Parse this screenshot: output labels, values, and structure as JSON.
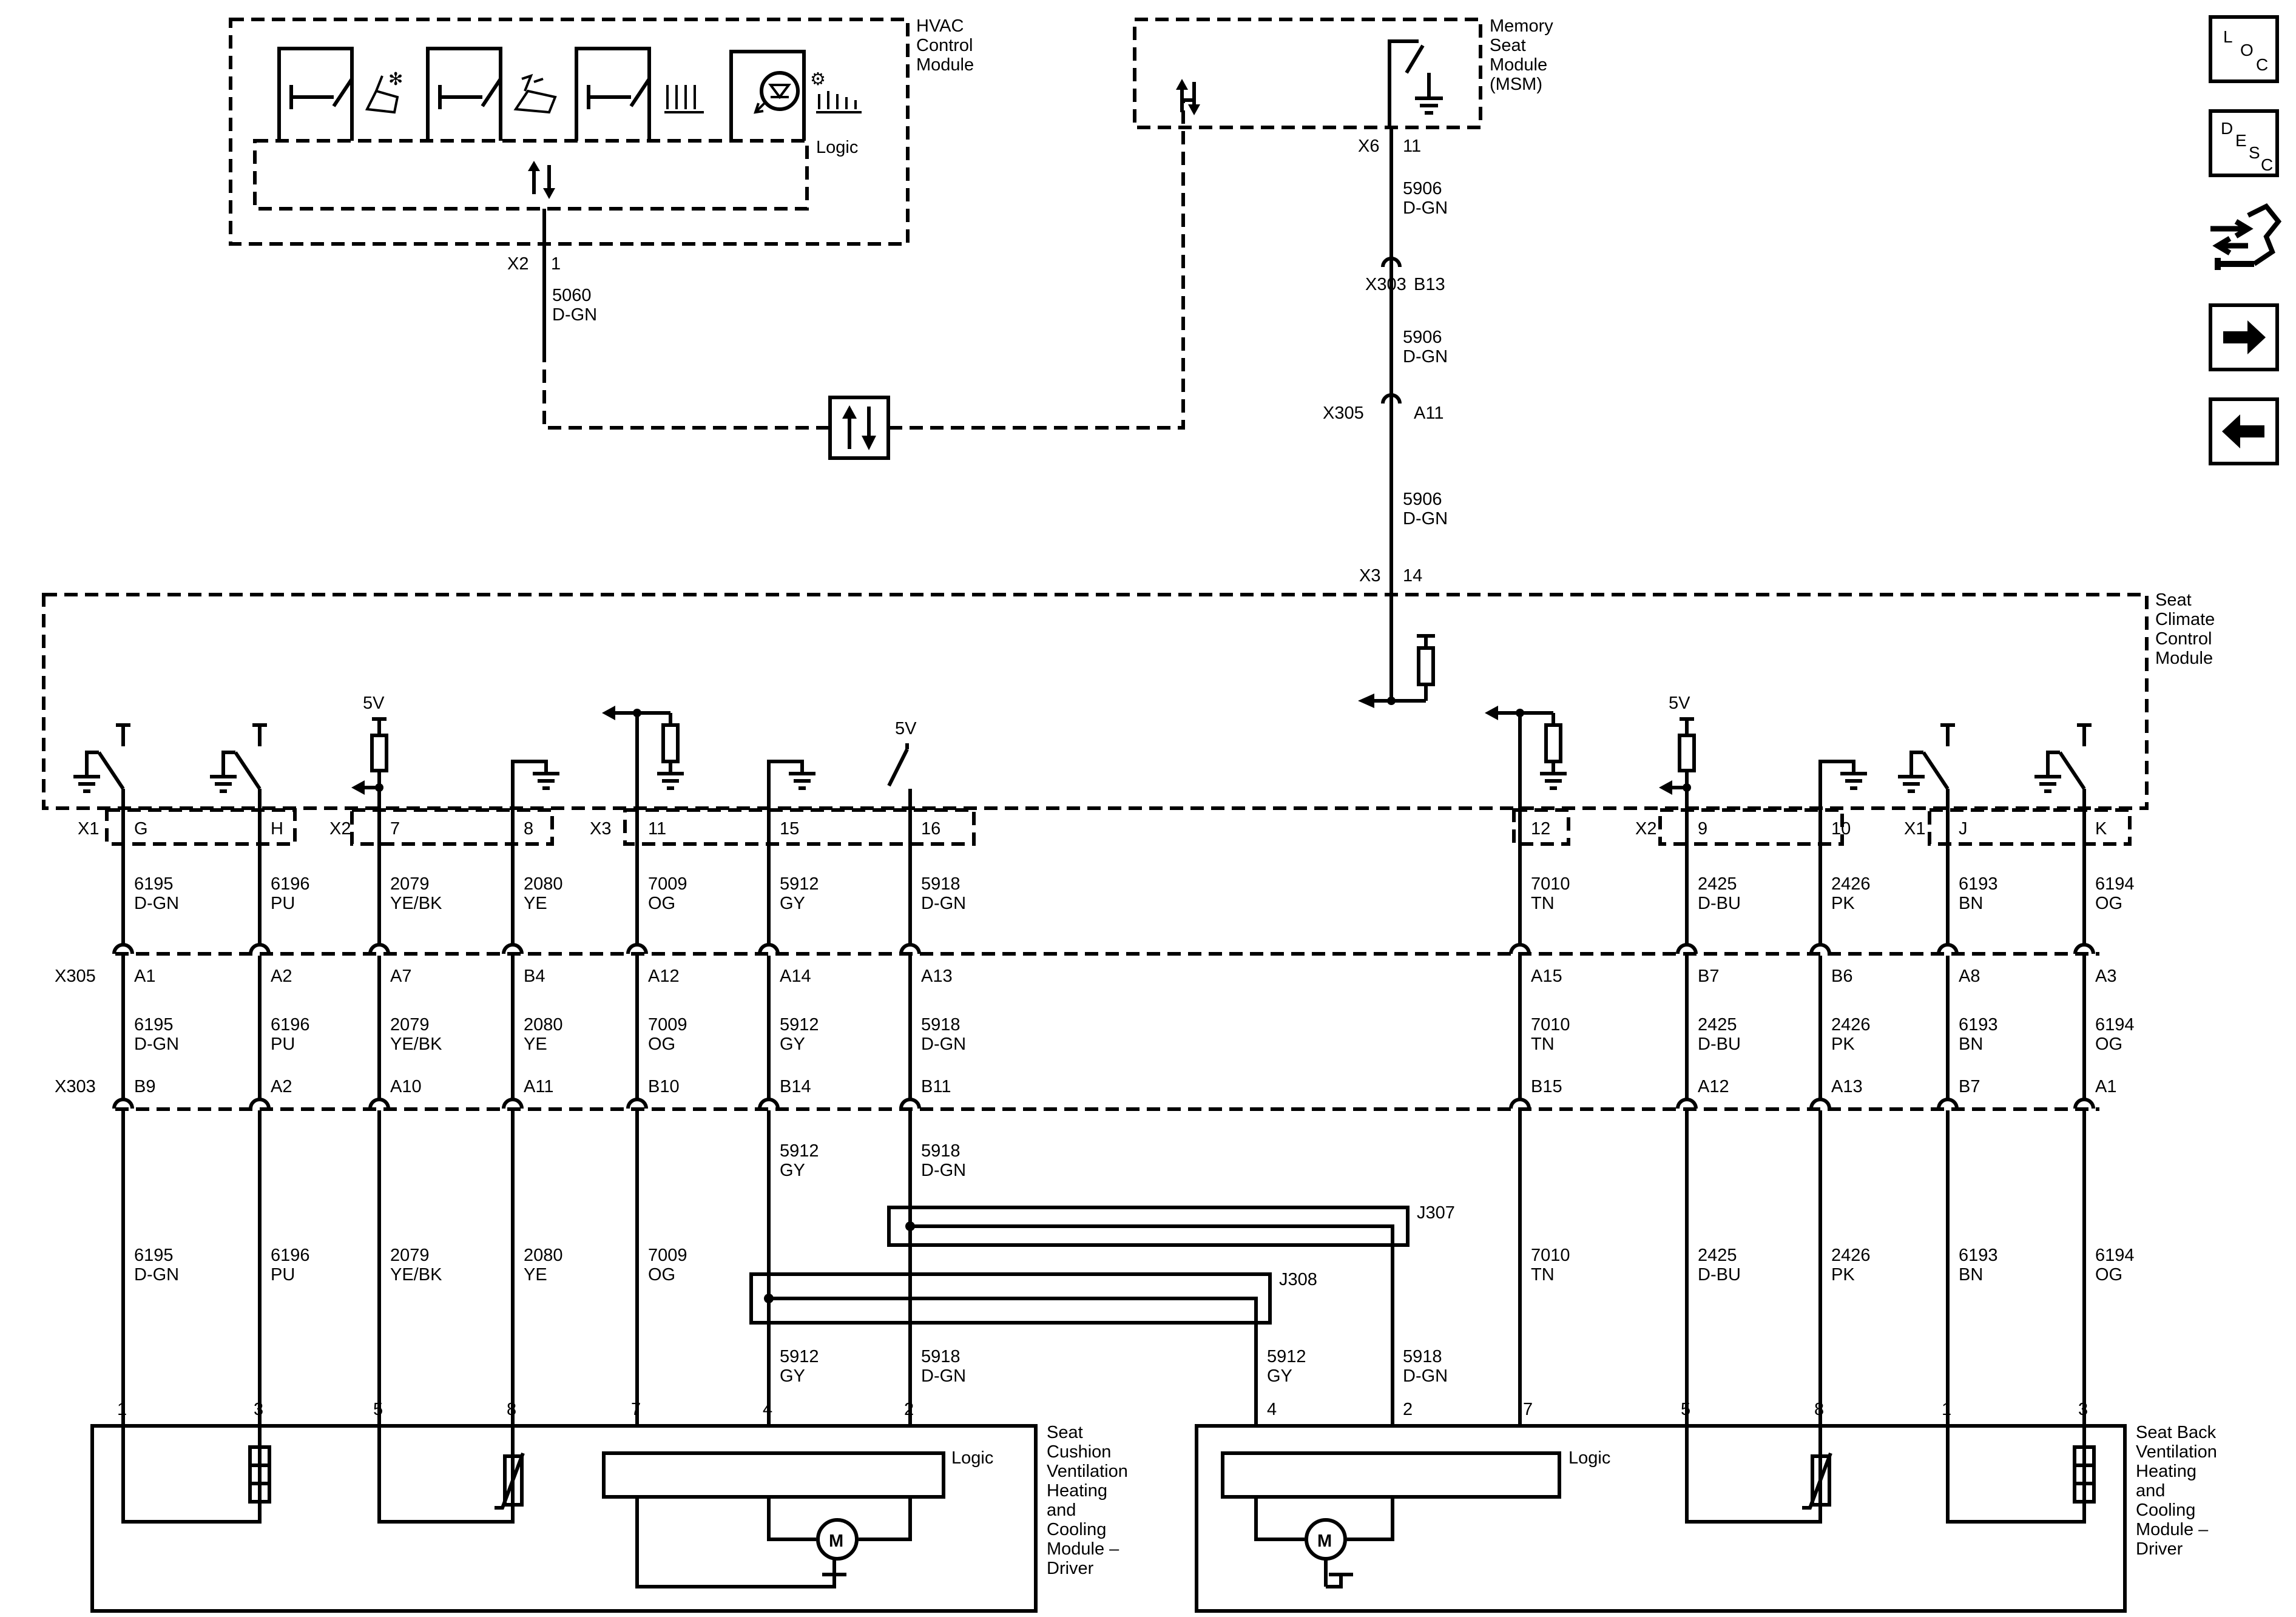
{
  "modules": {
    "hvac": {
      "label": [
        "HVAC",
        "Control",
        "Module"
      ],
      "logic": "Logic",
      "conn": "X2",
      "pin": "1",
      "wire": [
        "5060",
        "D-GN"
      ]
    },
    "msm": {
      "label": [
        "Memory",
        "Seat",
        "Module",
        "(MSM)"
      ],
      "conn": "X6",
      "pin": "11"
    },
    "sccm": {
      "label": [
        "Seat",
        "Climate",
        "Control",
        "Module"
      ]
    },
    "cushion": {
      "label": [
        "Seat",
        "Cushion",
        "Ventilation",
        "Heating",
        "and",
        "Cooling",
        "Module –",
        "Driver"
      ],
      "logic": "Logic"
    },
    "back": {
      "label": [
        "Seat Back",
        "Ventilation",
        "Heating",
        "and",
        "Cooling",
        "Module –",
        "Driver"
      ],
      "logic": "Logic"
    }
  },
  "msm_chain": {
    "w1": [
      "5906",
      "D-GN"
    ],
    "c1": {
      "conn": "X303",
      "pin": "B13"
    },
    "w2": [
      "5906",
      "D-GN"
    ],
    "c2": {
      "conn": "X305",
      "pin": "A11"
    },
    "w3": [
      "5906",
      "D-GN"
    ],
    "c3": {
      "conn": "X3",
      "pin": "14"
    }
  },
  "supply": {
    "v1": "5V",
    "v2": "5V",
    "v3": "5V"
  },
  "row_conn": {
    "x305": "X305",
    "x303": "X303"
  },
  "groups": [
    {
      "conn": "X1",
      "pins": [
        "G",
        "H"
      ]
    },
    {
      "conn": "X2",
      "pins": [
        "7",
        "8"
      ]
    },
    {
      "conn": "X3",
      "pins": [
        "11",
        "15",
        "16"
      ]
    },
    {
      "conn": "",
      "pins": [
        "12"
      ]
    },
    {
      "conn": "X2",
      "pins": [
        "9",
        "10"
      ]
    },
    {
      "conn": "X1",
      "pins": [
        "J",
        "K"
      ]
    }
  ],
  "circuits": [
    {
      "num": "6195",
      "color": "D-GN",
      "x305": "A1",
      "x303": "B9",
      "mod_pin": "1"
    },
    {
      "num": "6196",
      "color": "PU",
      "x305": "A2",
      "x303": "A2",
      "mod_pin": "3"
    },
    {
      "num": "2079",
      "color": "YE/BK",
      "x305": "A7",
      "x303": "A10",
      "mod_pin": "5"
    },
    {
      "num": "2080",
      "color": "YE",
      "x305": "B4",
      "x303": "A11",
      "mod_pin": "8"
    },
    {
      "num": "7009",
      "color": "OG",
      "x305": "A12",
      "x303": "B10",
      "mod_pin": "7"
    },
    {
      "num": "5912",
      "color": "GY",
      "x305": "A14",
      "x303": "B14",
      "mod_pin": "4"
    },
    {
      "num": "5918",
      "color": "D-GN",
      "x305": "A13",
      "x303": "B11",
      "mod_pin": "2"
    },
    {
      "num": "7010",
      "color": "TN",
      "x305": "A15",
      "x303": "B15",
      "mod_pin": "7"
    },
    {
      "num": "2425",
      "color": "D-BU",
      "x305": "B7",
      "x303": "A12",
      "mod_pin": "5"
    },
    {
      "num": "2426",
      "color": "PK",
      "x305": "B6",
      "x303": "A13",
      "mod_pin": "8"
    },
    {
      "num": "6193",
      "color": "BN",
      "x305": "A8",
      "x303": "B7",
      "mod_pin": "1"
    },
    {
      "num": "6194",
      "color": "OG",
      "x305": "A3",
      "x303": "A1",
      "mod_pin": "3"
    }
  ],
  "splices": {
    "j307": "J307",
    "j308": "J308"
  },
  "back_extra": [
    {
      "num": "5912",
      "color": "GY",
      "pin": "4"
    },
    {
      "num": "5918",
      "color": "D-GN",
      "pin": "2"
    }
  ],
  "nav": {
    "loc": [
      "L",
      "O",
      "C"
    ],
    "desc": [
      "D",
      "E",
      "S",
      "C"
    ]
  }
}
